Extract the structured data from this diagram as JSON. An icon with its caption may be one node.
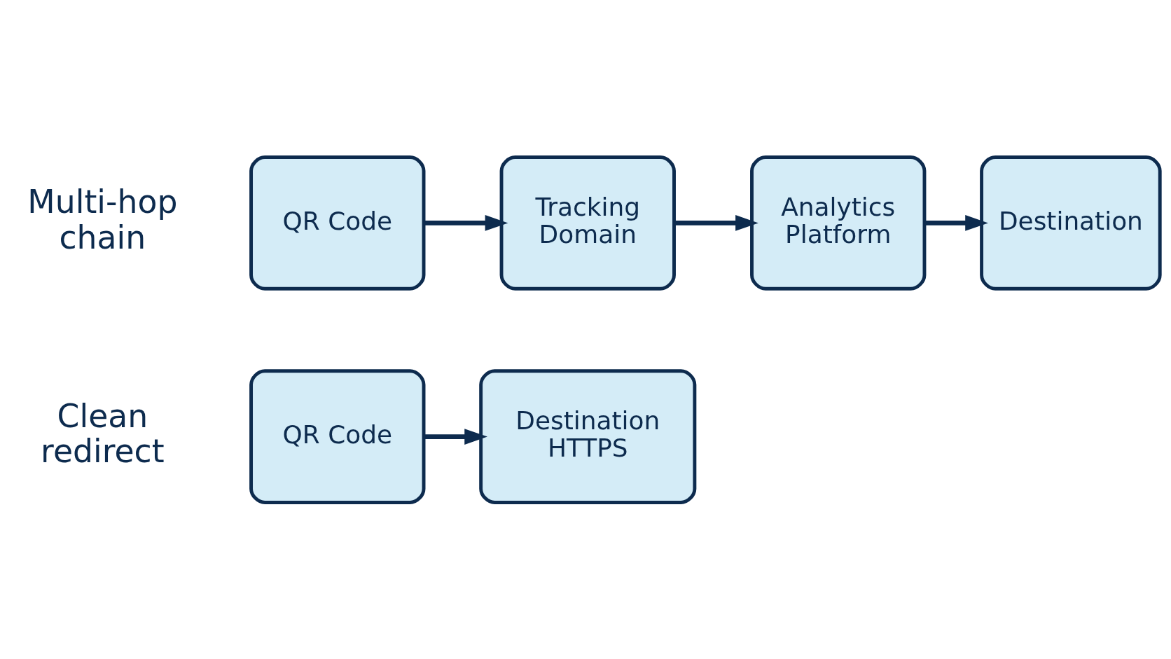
{
  "diagram": {
    "nodes": [
      {
        "text": [
          "QR Code"
        ]
      },
      {
        "text": [
          "Tracking Domain"
        ]
      },
      {
        "text": [
          "Analytics Platform"
        ]
      },
      {
        "text": [
          "Destination"
        ]
      },
      {
        "text": [
          "QR Code"
        ]
      },
      {
        "text": [
          "Destination HTTPS"
        ]
      }
    ],
    "edges": [
      {
        "from": 0,
        "to": 1,
        "arrow": "to"
      },
      {
        "from": 1,
        "to": 2,
        "arrow": "to"
      },
      {
        "from": 2,
        "to": 3,
        "arrow": "to"
      },
      {
        "from": 4,
        "to": 5,
        "arrow": "to"
      }
    ],
    "labels": [
      "Multi-hop chain",
      "Clean redirect"
    ]
  }
}
